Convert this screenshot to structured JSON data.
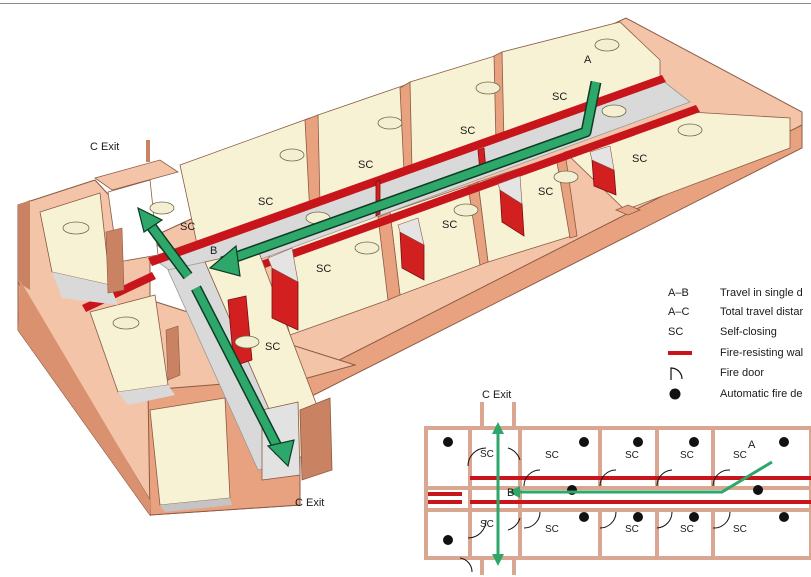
{
  "colors": {
    "wall": "#e9a27f",
    "wall_dark": "#c98363",
    "wall_top": "#f3c4a8",
    "room_wall": "#f7f2d4",
    "room_wall_shade": "#e8e1bb",
    "floor": "#d9d9d9",
    "floor_shade": "#c4c4c4",
    "fire_wall": "#c8151b",
    "fire_door": "#d21f1f",
    "arrow": "#2ea76a",
    "arrow_outline": "#0f3b23",
    "plan_wall": "#d9a691",
    "plan_fire_wall": "#c8151b",
    "detector": "#111111"
  },
  "isometric": {
    "labels": {
      "exit_top": "C Exit",
      "exit_bottom": "C Exit",
      "point_a": "A",
      "point_b": "B",
      "sc": "SC"
    }
  },
  "legend": {
    "items": [
      {
        "key": "A–B",
        "text": "Travel in single d"
      },
      {
        "key": "A–C",
        "text": "Total travel distar"
      },
      {
        "key": "SC",
        "text": "Self-closing"
      },
      {
        "key": "fire-wall-icon",
        "text": "Fire-resisting wal"
      },
      {
        "key": "door-icon",
        "text": "Fire door"
      },
      {
        "key": "detector-icon",
        "text": "Automatic fire de"
      }
    ]
  },
  "plan": {
    "exit_label": "C Exit",
    "point_a": "A",
    "point_b": "B",
    "sc": "SC"
  }
}
